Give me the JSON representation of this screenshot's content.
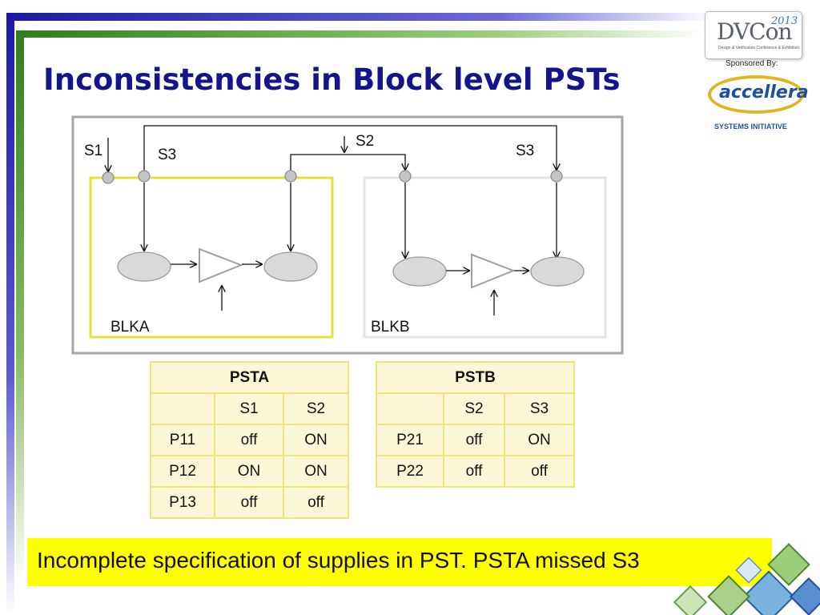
{
  "title": "Inconsistencies in Block level PSTs",
  "logo": {
    "dvcon_main": "DVCon",
    "dvcon_year": "2013",
    "dvcon_sub": "Design & Verification Conference & Exhibition",
    "sponsored": "Sponsored By:",
    "accellera": "accellera",
    "systems": "SYSTEMS INITIATIVE"
  },
  "diagram": {
    "supply_labels": {
      "s1": "S1",
      "s3_left": "S3",
      "s2": "S2",
      "s3_right": "S3"
    },
    "block_a": "BLKA",
    "block_b": "BLKB",
    "colors": {
      "blka_border": "#e8df3a",
      "blkb_border": "#e4e4e4",
      "outer_border": "#a6a6a6",
      "pin": "#b8b8b8",
      "cloud": "#d9d9d9",
      "buffer": "#9aa0a4"
    }
  },
  "tables": {
    "psta": {
      "title": "PSTA",
      "columns": [
        "",
        "S1",
        "S2"
      ],
      "rows": [
        [
          "P11",
          "off",
          "ON"
        ],
        [
          "P12",
          "ON",
          "ON"
        ],
        [
          "P13",
          "off",
          "off"
        ]
      ]
    },
    "pstb": {
      "title": "PSTB",
      "columns": [
        "",
        "S2",
        "S3"
      ],
      "rows": [
        [
          "P21",
          "off",
          "ON"
        ],
        [
          "P22",
          "off",
          "off"
        ]
      ]
    }
  },
  "banner": "Incomplete specification of supplies in PST. PSTA missed S3"
}
